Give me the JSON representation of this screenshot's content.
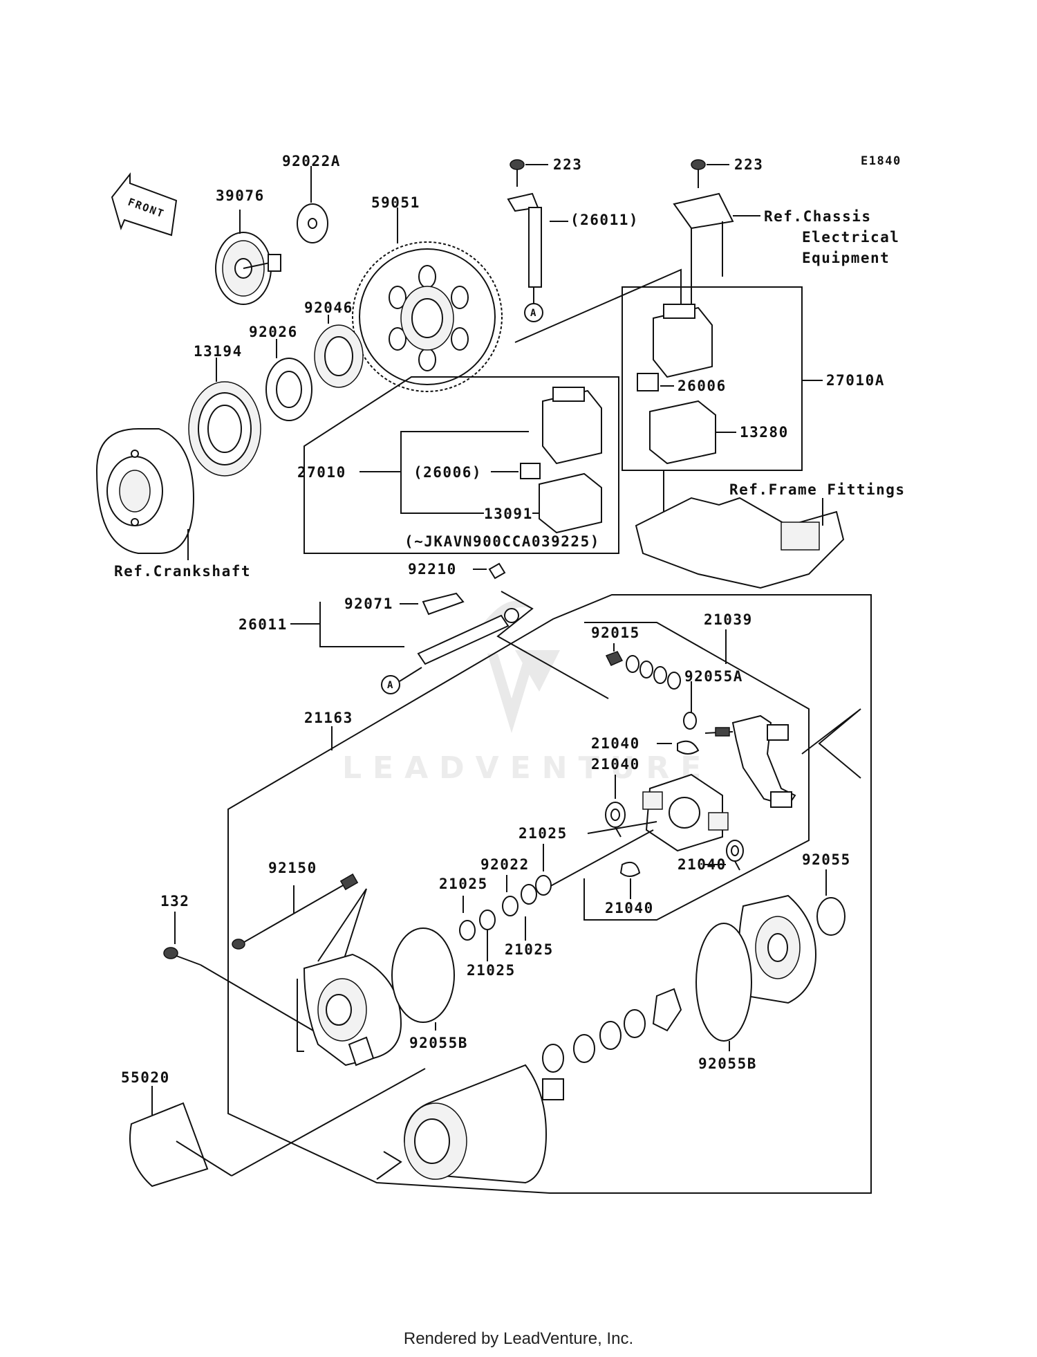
{
  "diagram_code": "E1840",
  "front_label": "FRONT",
  "watermark": "LEADVENTURE",
  "callout_marker": "A",
  "parts": {
    "p39076": "39076",
    "p92022A": "92022A",
    "p59051": "59051",
    "p223a": "223",
    "p223b": "223",
    "p26011_ref": "(26011)",
    "p92046": "92046",
    "p92026": "92026",
    "p13194": "13194",
    "p26006": "26006",
    "p27010A": "27010A",
    "p13280": "13280",
    "p27010": "27010",
    "p26006_ref": "(26006)",
    "p13091": "13091",
    "p92210": "92210",
    "p92071": "92071",
    "p26011": "26011",
    "p92015": "92015",
    "p21039": "21039",
    "p92055A": "92055A",
    "p21163": "21163",
    "p21040a": "21040",
    "p21040b": "21040",
    "p21040c": "21040",
    "p21040d": "21040",
    "p21025a": "21025",
    "p92022": "92022",
    "p21025b": "21025",
    "p21025c": "21025",
    "p21025d": "21025",
    "p92055": "92055",
    "p92150": "92150",
    "p132": "132",
    "p92055B_a": "92055B",
    "p92055B_b": "92055B",
    "p55020": "55020"
  },
  "refs": {
    "chassis_line1": "Ref.Chassis",
    "chassis_line2": "Electrical",
    "chassis_line3": "Equipment",
    "frame": "Ref.Frame Fittings",
    "crankshaft": "Ref.Crankshaft",
    "serial_note": "(~JKAVN900CCA039225)"
  },
  "footer": "Rendered by LeadVenture, Inc."
}
